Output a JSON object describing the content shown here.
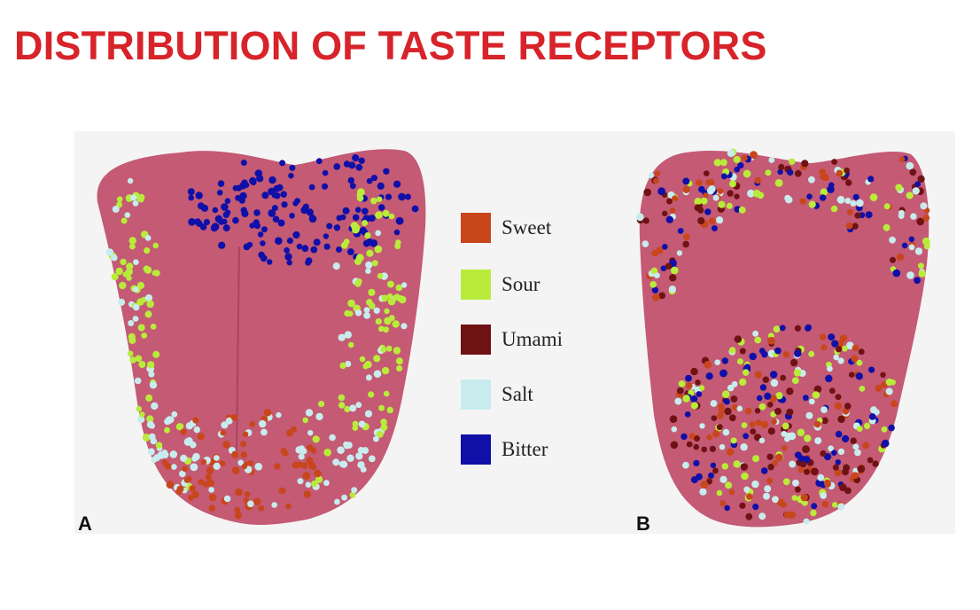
{
  "title": "DISTRIBUTION OF TASTE RECEPTORS",
  "colors": {
    "title": "#d7242a",
    "tongue": "#c45a74",
    "background": "#f4f4f4",
    "sweet": "#c8461c",
    "sour": "#b9ec3a",
    "umami": "#6f1214",
    "salt": "#c8ecee",
    "bitter": "#1010a8"
  },
  "legend": [
    {
      "key": "sweet",
      "label": "Sweet",
      "color": "#c8461c"
    },
    {
      "key": "sour",
      "label": "Sour",
      "color": "#b9ec3a"
    },
    {
      "key": "umami",
      "label": "Umami",
      "color": "#6f1214"
    },
    {
      "key": "salt",
      "label": "Salt",
      "color": "#c8ecee"
    },
    {
      "key": "bitter",
      "label": "Bitter",
      "color": "#1010a8"
    }
  ],
  "panels": [
    {
      "label": "A",
      "mapping": "taste zones: bitter at back, sour along sides, salt at front edges, sweet at tip"
    },
    {
      "label": "B",
      "mapping": "all tastes distributed across papilla regions"
    }
  ]
}
